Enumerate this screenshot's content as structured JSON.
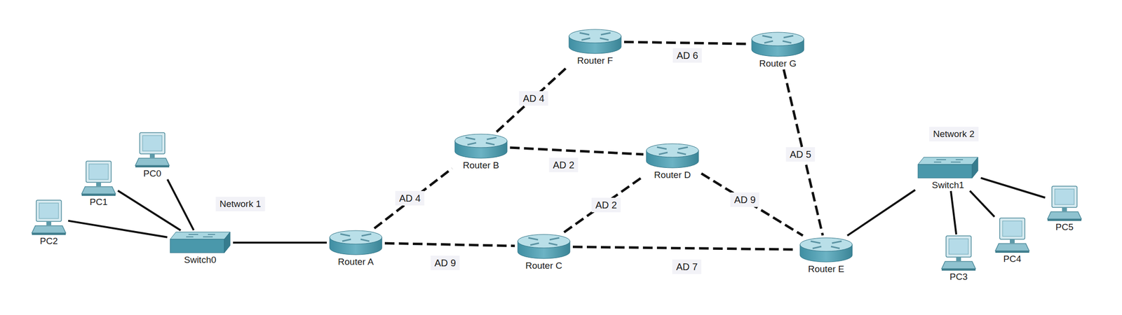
{
  "diagram": {
    "nodes": [
      {
        "text": [
          "PC0"
        ]
      },
      {
        "text": [
          "PC1"
        ]
      },
      {
        "text": [
          "PC2"
        ]
      },
      {
        "text": [
          "Switch0"
        ]
      },
      {
        "text": [
          "Router A"
        ]
      },
      {
        "text": [
          "Router B"
        ]
      },
      {
        "text": [
          "Router C"
        ]
      },
      {
        "text": [
          "Router D"
        ]
      },
      {
        "text": [
          "Router F"
        ]
      },
      {
        "text": [
          "Router G"
        ]
      },
      {
        "text": [
          "Router E"
        ]
      },
      {
        "text": [
          "Switch1"
        ]
      },
      {
        "text": [
          "PC3"
        ]
      },
      {
        "text": [
          "PC4"
        ]
      },
      {
        "text": [
          "PC5"
        ]
      }
    ],
    "edges": [
      {
        "from": 0,
        "to": 3,
        "arrow": "none"
      },
      {
        "from": 1,
        "to": 3,
        "arrow": "none"
      },
      {
        "from": 2,
        "to": 3,
        "arrow": "none"
      },
      {
        "from": 3,
        "to": 4,
        "arrow": "none"
      },
      {
        "from": 4,
        "to": 5,
        "label": "AD 4",
        "arrow": "none"
      },
      {
        "from": 4,
        "to": 6,
        "label": "AD 9",
        "arrow": "none"
      },
      {
        "from": 5,
        "to": 8,
        "label": "AD 4",
        "arrow": "none"
      },
      {
        "from": 5,
        "to": 7,
        "label": "AD 2",
        "arrow": "none"
      },
      {
        "from": 6,
        "to": 7,
        "label": "AD 2",
        "arrow": "none"
      },
      {
        "from": 6,
        "to": 10,
        "label": "AD 7",
        "arrow": "none"
      },
      {
        "from": 7,
        "to": 10,
        "label": "AD 9",
        "arrow": "none"
      },
      {
        "from": 8,
        "to": 9,
        "label": "AD 6",
        "arrow": "none"
      },
      {
        "from": 9,
        "to": 10,
        "label": "AD 5",
        "arrow": "none"
      },
      {
        "from": 10,
        "to": 11,
        "arrow": "none"
      },
      {
        "from": 11,
        "to": 12,
        "arrow": "none"
      },
      {
        "from": 11,
        "to": 13,
        "arrow": "none"
      },
      {
        "from": 11,
        "to": 14,
        "arrow": "none"
      }
    ],
    "labels": [
      "Network 1",
      "Network 2"
    ]
  }
}
